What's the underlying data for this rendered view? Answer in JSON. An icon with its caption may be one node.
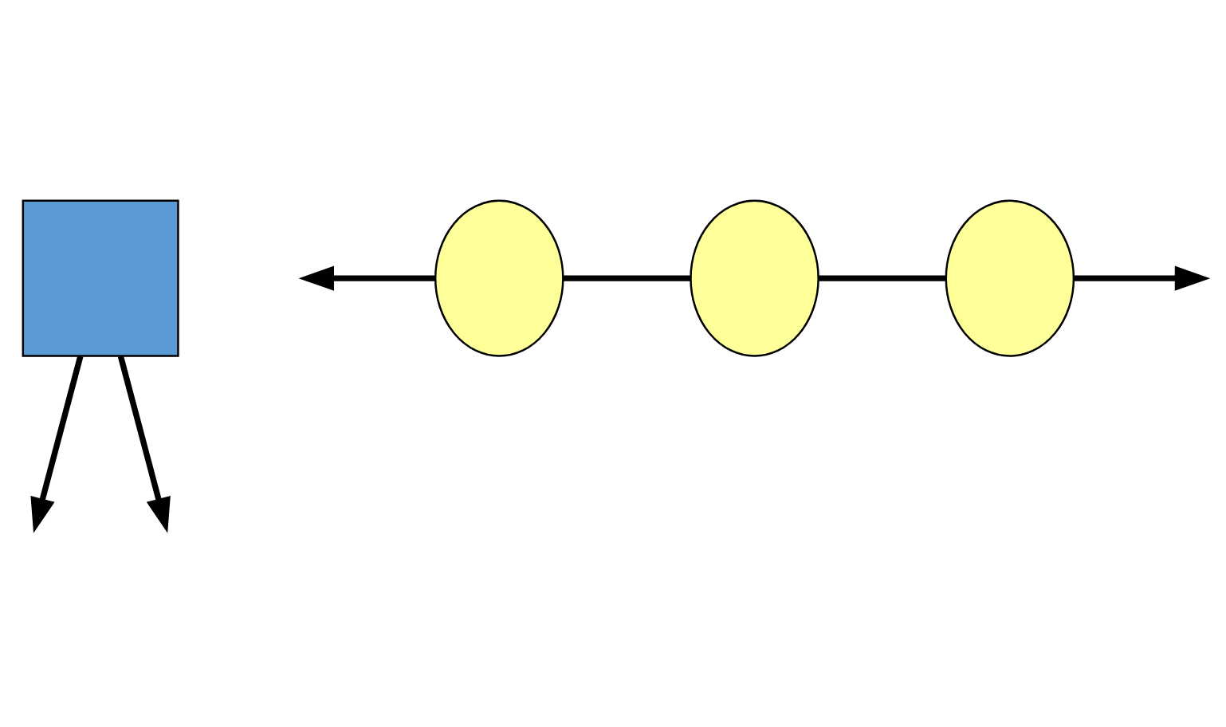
{
  "diagram": {
    "nodes": [
      {
        "text": [],
        "shape": "box"
      },
      {
        "text": [],
        "shape": "ellipse"
      },
      {
        "text": [],
        "shape": "ellipse"
      },
      {
        "text": [],
        "shape": "ellipse"
      }
    ],
    "edges": [
      {
        "from": 0,
        "to": null,
        "arrow": "to"
      },
      {
        "from": 0,
        "to": null,
        "arrow": "to"
      },
      {
        "from": 1,
        "to": null,
        "arrow": "to"
      },
      {
        "from": 1,
        "to": 2,
        "arrow": "none"
      },
      {
        "from": 2,
        "to": 3,
        "arrow": "none"
      },
      {
        "from": 3,
        "to": null,
        "arrow": "to"
      }
    ]
  }
}
